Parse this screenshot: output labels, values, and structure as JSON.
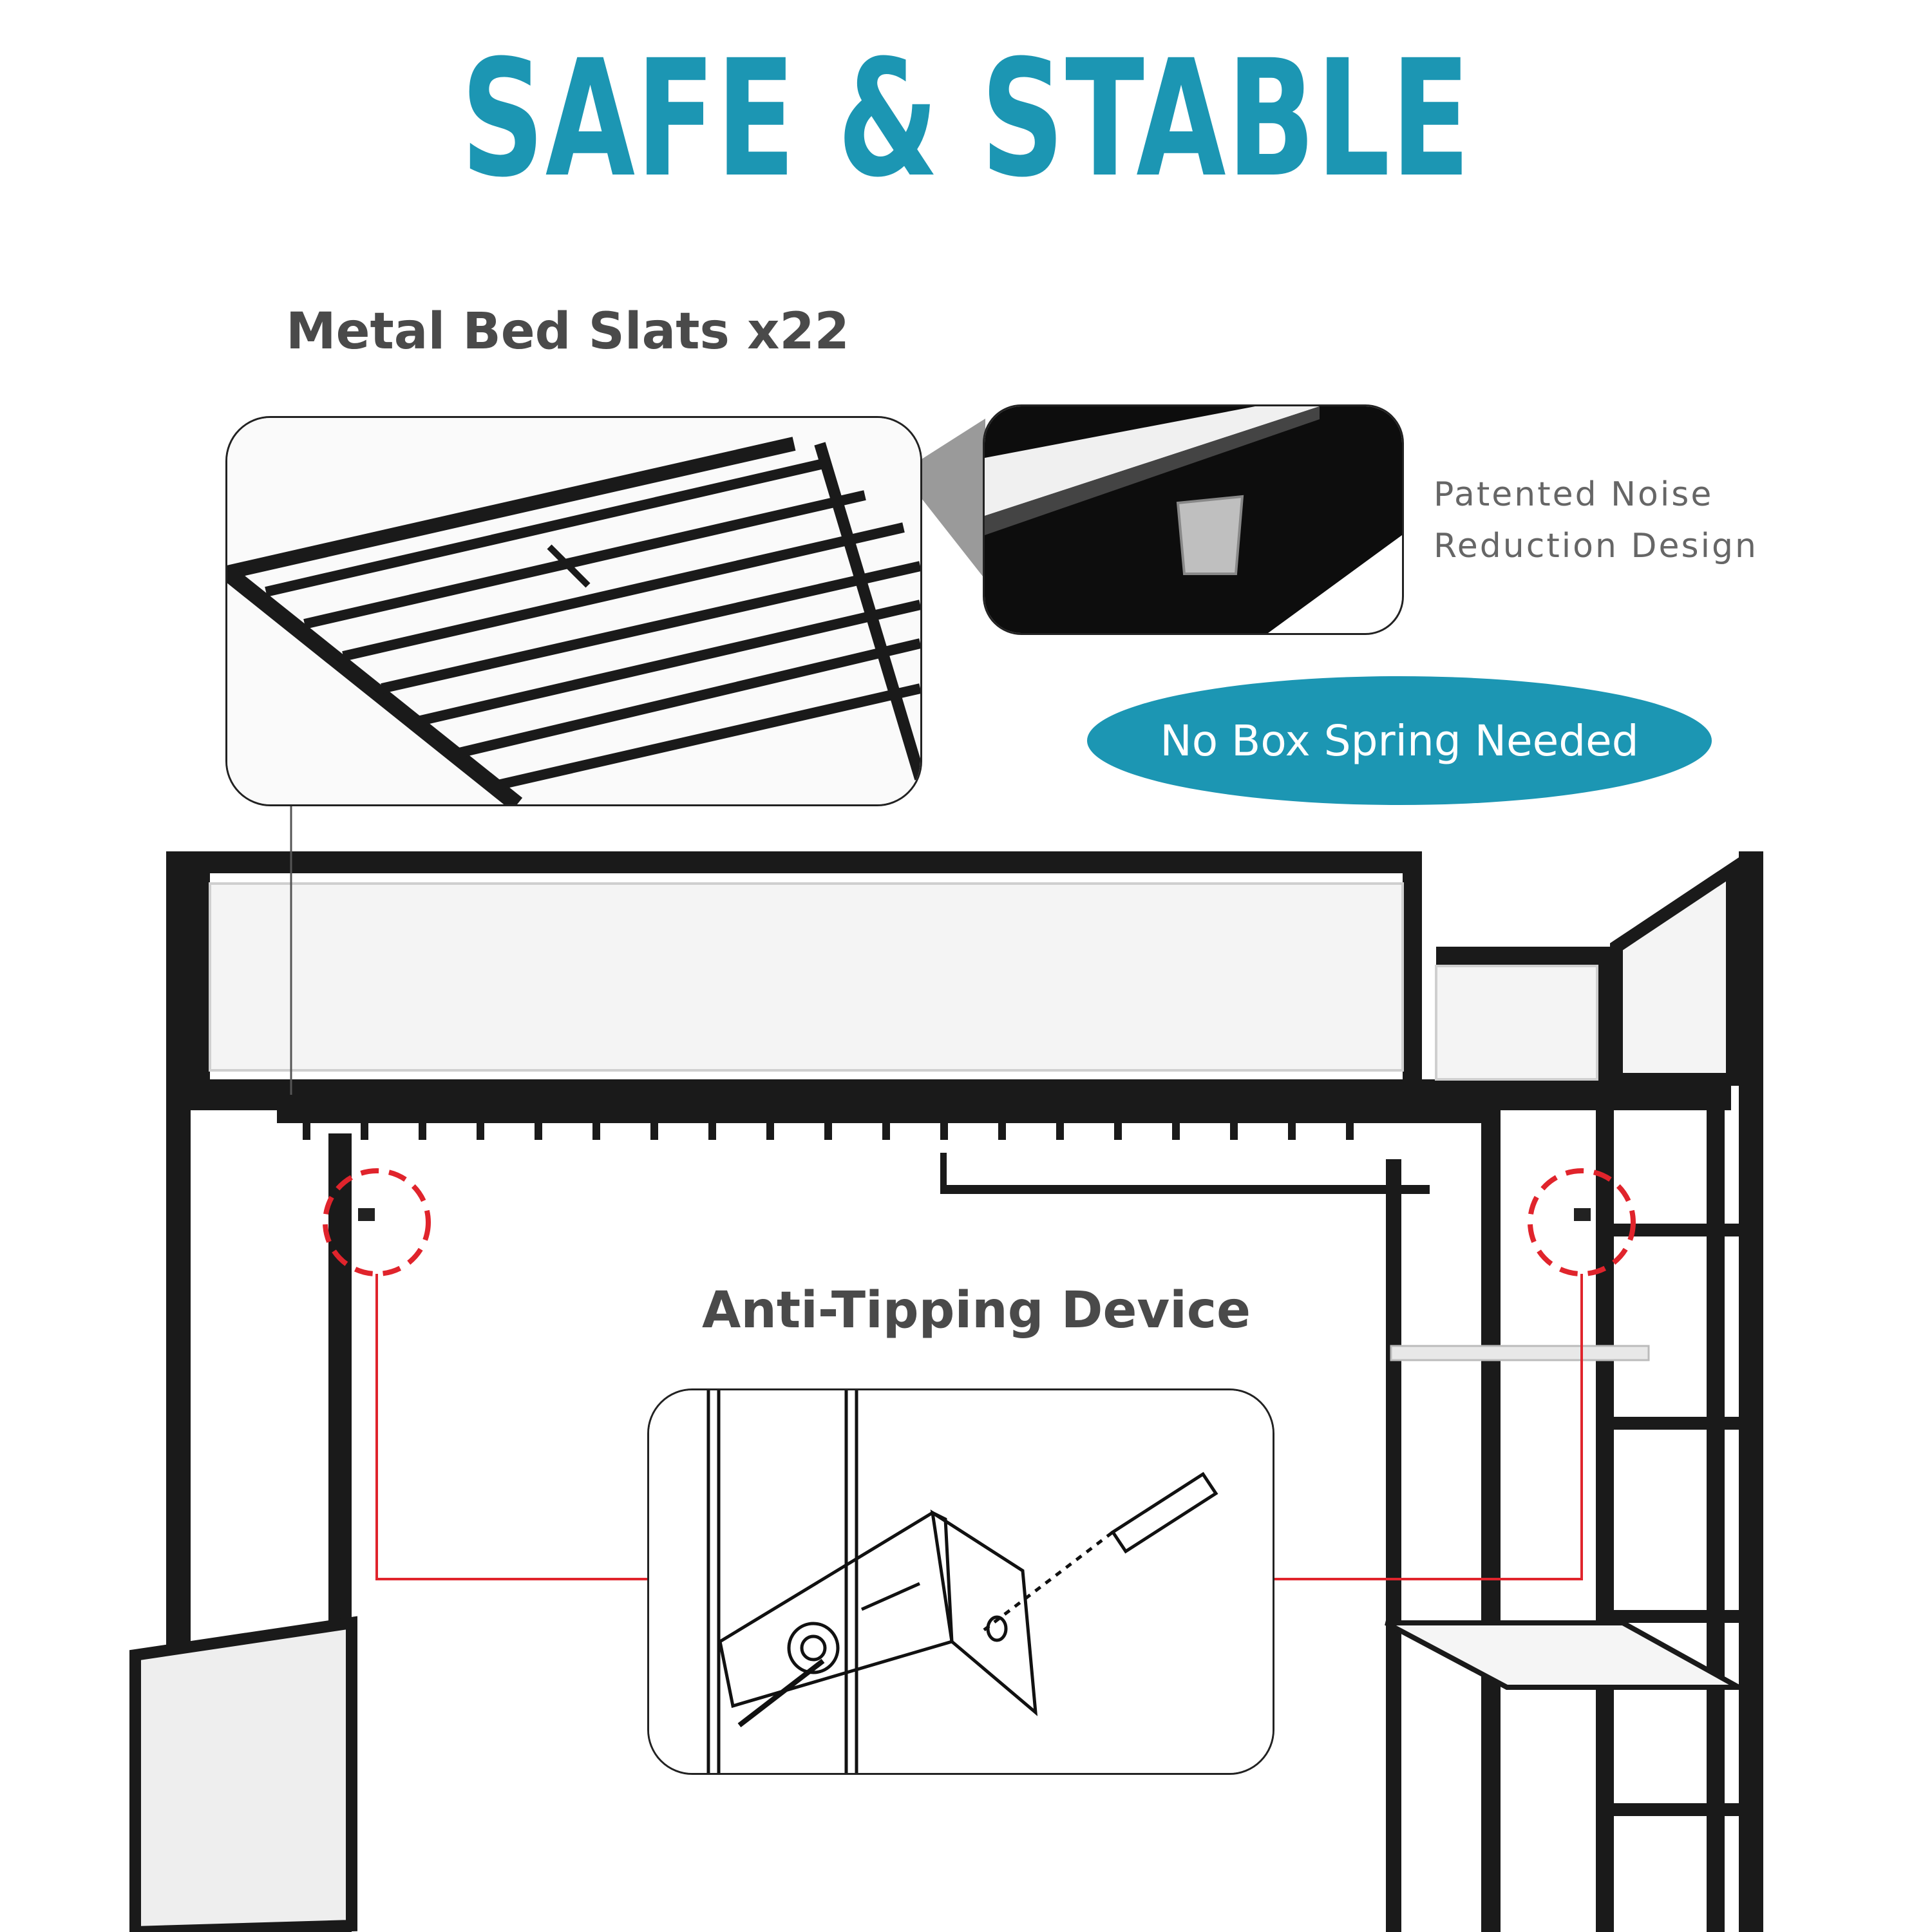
{
  "title": "SAFE & STABLE",
  "slats_heading": "Metal Bed Slats x22",
  "noise_note_line1": "Patented Noise",
  "noise_note_line2": "Reduction Design",
  "box_spring_badge": "No Box Spring Needed",
  "anti_tip_heading": "Anti-Tipping Device",
  "colors": {
    "accent": "#1c96b3",
    "heading_gray": "#4a4a4a",
    "note_gray": "#666666",
    "frame_black": "#1a1a1a",
    "marker_red": "#e0242c"
  }
}
